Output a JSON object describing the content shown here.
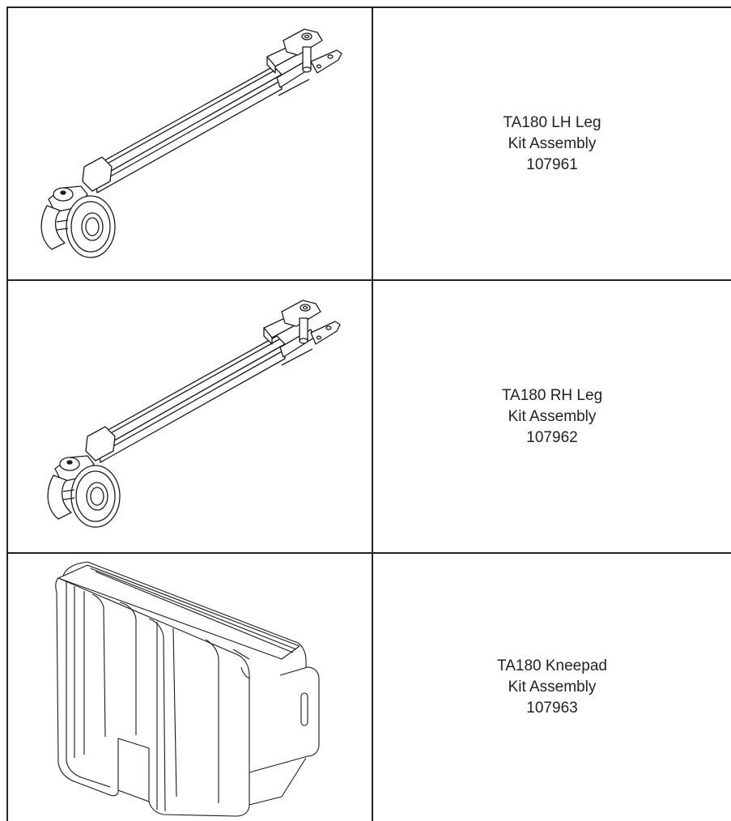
{
  "parts": [
    {
      "name": "TA180 LH Leg",
      "kit": "Kit Assembly",
      "number": "107961",
      "drawing": "leg-caster-assembly"
    },
    {
      "name": "TA180 RH Leg",
      "kit": "Kit Assembly",
      "number": "107962",
      "drawing": "leg-caster-assembly"
    },
    {
      "name": "TA180 Kneepad",
      "kit": "Kit Assembly",
      "number": "107963",
      "drawing": "kneepad-assembly"
    }
  ]
}
